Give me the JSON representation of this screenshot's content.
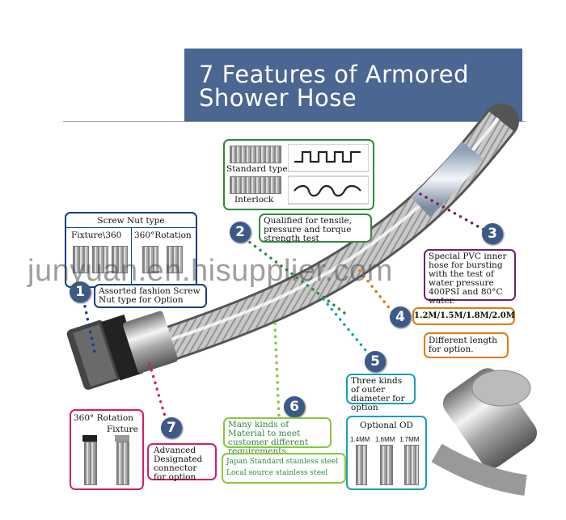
{
  "title": {
    "line1": "7 Features of Armored",
    "line2": "Shower Hose"
  },
  "watermark": "junyuan.en.hisupplier.com",
  "features": [
    {
      "number": "1",
      "text": "Assorted fashion Screw Nut type for Option",
      "color": "#1a3c8c"
    },
    {
      "number": "2",
      "text": "Qualified for tensile, pressure and torque strength test",
      "color": "#2e8b3e"
    },
    {
      "number": "3",
      "text": "Special PVC inner hose for bursting with the test of water pressure 400PSI and 80°C water.",
      "color": "#6b2468"
    },
    {
      "number": "4",
      "text": "Different length for option.",
      "color": "#e07a10"
    },
    {
      "number": "5",
      "text": "Three kinds of outer diameter for option",
      "color": "#1aa0b0"
    },
    {
      "number": "6",
      "text": "Many kinds of Material to meet customer different requirements.",
      "color": "#8ac83c"
    },
    {
      "number": "7",
      "text": "Advanced Designated connector for option",
      "color": "#d81b6a"
    }
  ],
  "screw_nut": {
    "title": "Screw Nut type",
    "col1": "Fixture\\360",
    "col2": "360°Rotation"
  },
  "hose_types": {
    "standard": "Standard type",
    "interlock": "Interlock"
  },
  "lengths": "1.2M/1.5M/1.8M/2.0M",
  "optional_od": {
    "title": "Optional OD",
    "sizes": [
      "1.4MM",
      "1.6MM",
      "1.7MM"
    ]
  },
  "materials": {
    "line1": "Japan Standard stainless steel",
    "line2": "Local source stainless steel"
  },
  "connector": {
    "rotation": "360° Rotation",
    "fixture": "Fixture"
  }
}
